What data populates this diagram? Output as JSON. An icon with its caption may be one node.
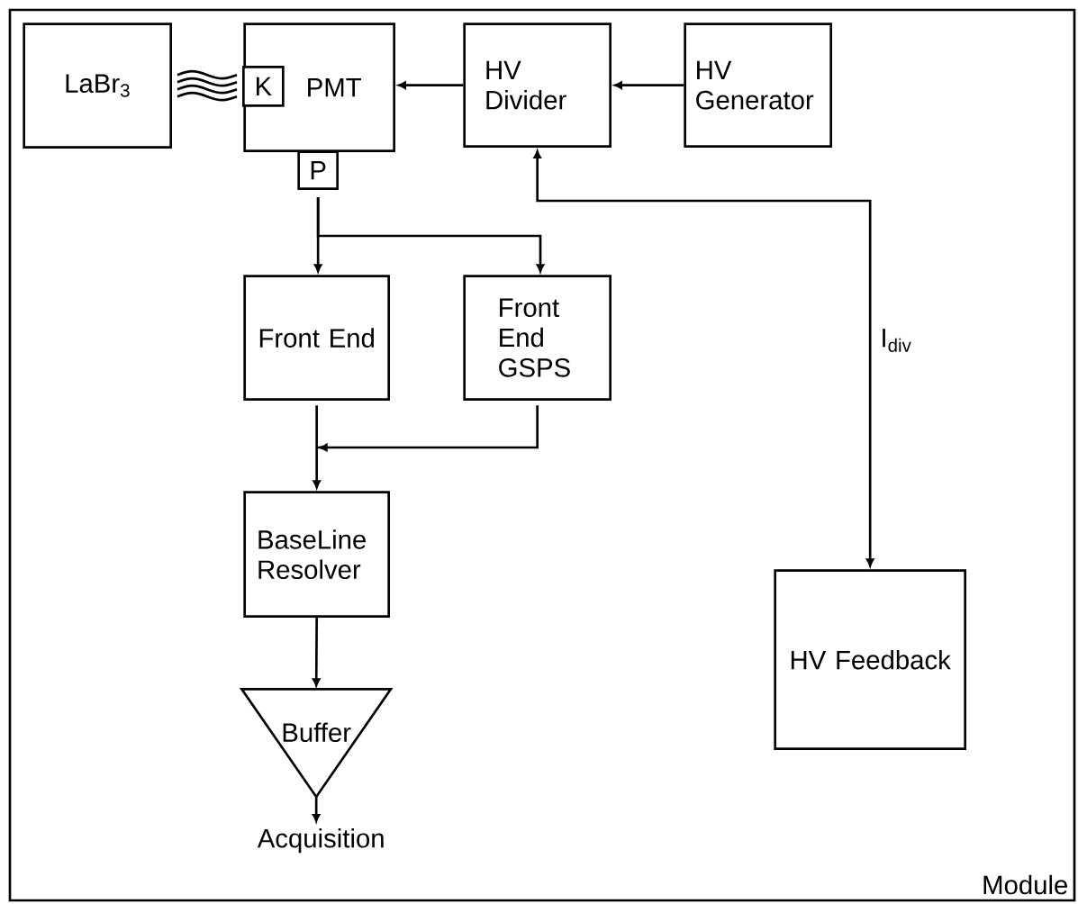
{
  "diagram": {
    "nodes": [
      {
        "text": [
          "Module"
        ]
      },
      {
        "text": [
          "LaBr$_{3}$"
        ],
        "in": 0
      },
      {
        "text": [
          "PMT"
        ],
        "in": 0
      },
      {
        "text": [
          "K"
        ],
        "in": 2
      },
      {
        "text": [
          "P"
        ],
        "in": 0
      },
      {
        "text": [
          "HV Divider"
        ],
        "in": 0
      },
      {
        "text": [
          "HV Generator"
        ],
        "in": 0
      },
      {
        "text": [
          "Front End"
        ],
        "in": 0
      },
      {
        "text": [
          "Front End GSPS"
        ],
        "in": 0
      },
      {
        "text": [
          "BaseLine Resolver"
        ],
        "in": 0
      },
      {
        "text": [
          "Buffer"
        ],
        "in": 0
      },
      {
        "text": [
          "Acquisition"
        ],
        "in": 0
      },
      {
        "text": [
          "HV Feedback"
        ],
        "in": 0
      }
    ],
    "edges": [
      {
        "from": 1,
        "to": 3,
        "arrow": "none"
      },
      {
        "from": 6,
        "to": 5,
        "arrow": "to"
      },
      {
        "from": 5,
        "to": 2,
        "arrow": "to"
      },
      {
        "from": 4,
        "to": 7,
        "arrow": "to"
      },
      {
        "from": 4,
        "to": 8,
        "arrow": "to"
      },
      {
        "from": 7,
        "to": 9,
        "arrow": "to"
      },
      {
        "from": 8,
        "to": 9,
        "arrow": "to"
      },
      {
        "from": 9,
        "to": 10,
        "arrow": "to"
      },
      {
        "from": 10,
        "to": 11,
        "arrow": "to"
      },
      {
        "from": 12,
        "to": 5,
        "arrow": "both",
        "label": "I$_{div}$"
      }
    ]
  }
}
